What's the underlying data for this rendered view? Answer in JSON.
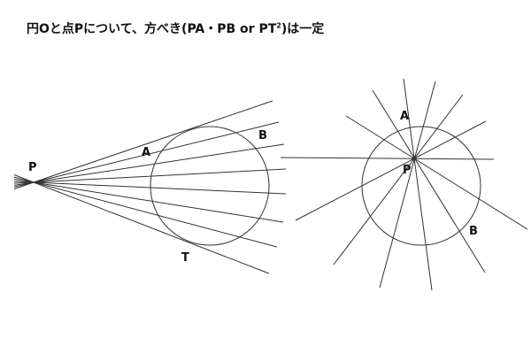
{
  "title": {
    "main": "円Oと点Pについて、方べき(PA・PB or PT",
    "sup": "2",
    "tail": ")は一定"
  },
  "left_figure": {
    "labels": {
      "P": "P",
      "A": "A",
      "B": "B",
      "T": "T"
    }
  },
  "right_figure": {
    "labels": {
      "P": "P",
      "A": "A",
      "B": "B"
    }
  },
  "colors": {
    "line": "#333333",
    "text": "#111111"
  }
}
